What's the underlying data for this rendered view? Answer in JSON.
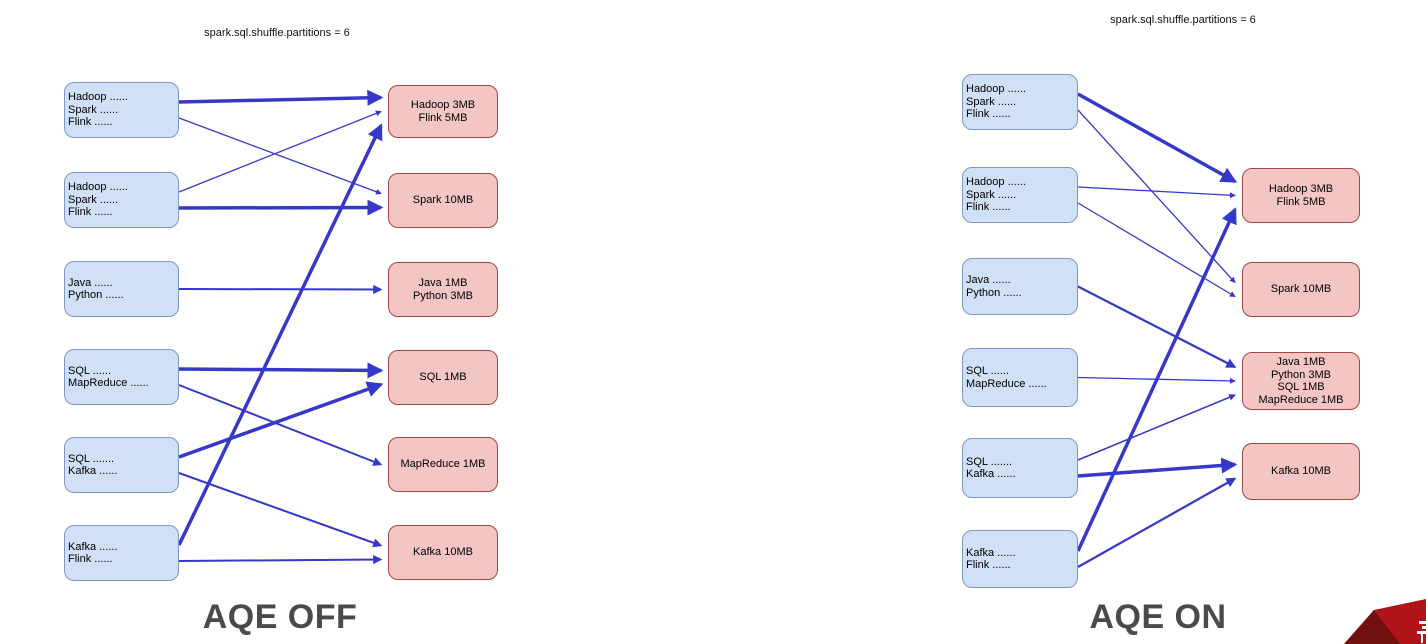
{
  "titles": {
    "left": "spark.sql.shuffle.partitions = 6",
    "right": "spark.sql.shuffle.partitions = 6"
  },
  "labels": {
    "left": "AQE OFF",
    "right": "AQE ON"
  },
  "colors": {
    "source_fill": "#cfe0f7",
    "source_border": "#8296c6",
    "partition_fill": "#f3c6c4",
    "partition_border": "#a14744",
    "arrow": "#3538c8",
    "label_text": "#4a4a4a",
    "corner_red": "#b01418",
    "corner_dark": "#70100f"
  },
  "left": {
    "sources": [
      {
        "lines": [
          "Hadoop ......",
          "Spark ......",
          "Flink ......"
        ]
      },
      {
        "lines": [
          "Hadoop ......",
          "Spark ......",
          "Flink ......"
        ]
      },
      {
        "lines": [
          "Java ......",
          "Python ......"
        ]
      },
      {
        "lines": [
          "SQL ......",
          "MapReduce ......"
        ]
      },
      {
        "lines": [
          "SQL .......",
          "Kafka ......"
        ]
      },
      {
        "lines": [
          "Kafka ......",
          "Flink ......"
        ]
      }
    ],
    "partitions": [
      {
        "lines": [
          "Hadoop 3MB",
          "Flink 5MB"
        ]
      },
      {
        "lines": [
          "Spark 10MB"
        ]
      },
      {
        "lines": [
          "Java 1MB",
          "Python 3MB"
        ]
      },
      {
        "lines": [
          "SQL 1MB"
        ]
      },
      {
        "lines": [
          "MapReduce 1MB"
        ]
      },
      {
        "lines": [
          "Kafka 10MB"
        ]
      }
    ],
    "edges": [
      {
        "from": 0,
        "to": 0,
        "w": 3.5
      },
      {
        "from": 0,
        "to": 1,
        "w": 1.3
      },
      {
        "from": 1,
        "to": 0,
        "w": 1.3
      },
      {
        "from": 1,
        "to": 1,
        "w": 3.5
      },
      {
        "from": 2,
        "to": 2,
        "w": 2
      },
      {
        "from": 3,
        "to": 3,
        "w": 3.5
      },
      {
        "from": 3,
        "to": 4,
        "w": 2
      },
      {
        "from": 4,
        "to": 3,
        "w": 3.5
      },
      {
        "from": 4,
        "to": 5,
        "w": 2
      },
      {
        "from": 5,
        "to": 5,
        "w": 2
      },
      {
        "from": 5,
        "to": 0,
        "w": 3.5
      }
    ]
  },
  "right": {
    "sources": [
      {
        "lines": [
          "Hadoop ......",
          "Spark ......",
          "Flink ......"
        ]
      },
      {
        "lines": [
          "Hadoop ......",
          "Spark ......",
          "Flink ......"
        ]
      },
      {
        "lines": [
          "Java ......",
          "Python ......"
        ]
      },
      {
        "lines": [
          "SQL ......",
          "MapReduce ......"
        ]
      },
      {
        "lines": [
          "SQL .......",
          "Kafka ......"
        ]
      },
      {
        "lines": [
          "Kafka ......",
          "Flink ......"
        ]
      }
    ],
    "partitions": [
      {
        "lines": [
          "Hadoop 3MB",
          "Flink 5MB"
        ]
      },
      {
        "lines": [
          "Spark 10MB"
        ]
      },
      {
        "lines": [
          "Java 1MB",
          "Python 3MB",
          "SQL 1MB",
          "MapReduce 1MB"
        ]
      },
      {
        "lines": [
          "Kafka 10MB"
        ]
      }
    ],
    "edges": [
      {
        "from": 0,
        "to": 0,
        "w": 3.5
      },
      {
        "from": 0,
        "to": 1,
        "w": 1.3
      },
      {
        "from": 1,
        "to": 0,
        "w": 1.3
      },
      {
        "from": 1,
        "to": 1,
        "w": 1.3
      },
      {
        "from": 2,
        "to": 2,
        "w": 2.2
      },
      {
        "from": 3,
        "to": 2,
        "w": 1.3
      },
      {
        "from": 4,
        "to": 2,
        "w": 1.5
      },
      {
        "from": 4,
        "to": 3,
        "w": 3.5
      },
      {
        "from": 5,
        "to": 3,
        "w": 2.2
      },
      {
        "from": 5,
        "to": 0,
        "w": 3.5
      }
    ]
  }
}
